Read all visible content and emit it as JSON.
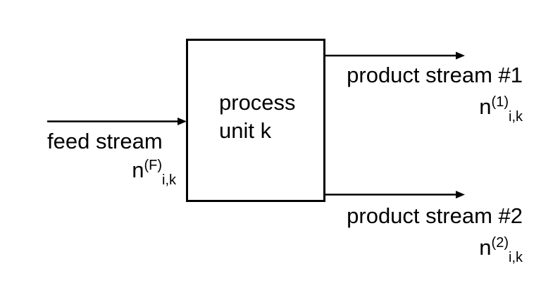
{
  "canvas": {
    "background_color": "#ffffff",
    "ink_color": "#000000"
  },
  "unit": {
    "label_line1": "process",
    "label_line2": "unit k"
  },
  "feed": {
    "label": "feed stream",
    "symbol": {
      "base": "n",
      "sup": "(F)",
      "sub": "i,k"
    }
  },
  "products": [
    {
      "label": "product stream #1",
      "symbol": {
        "base": "n",
        "sup": "(1)",
        "sub": "i,k"
      }
    },
    {
      "label": "product stream #2",
      "symbol": {
        "base": "n",
        "sup": "(2)",
        "sub": "i,k"
      }
    }
  ]
}
